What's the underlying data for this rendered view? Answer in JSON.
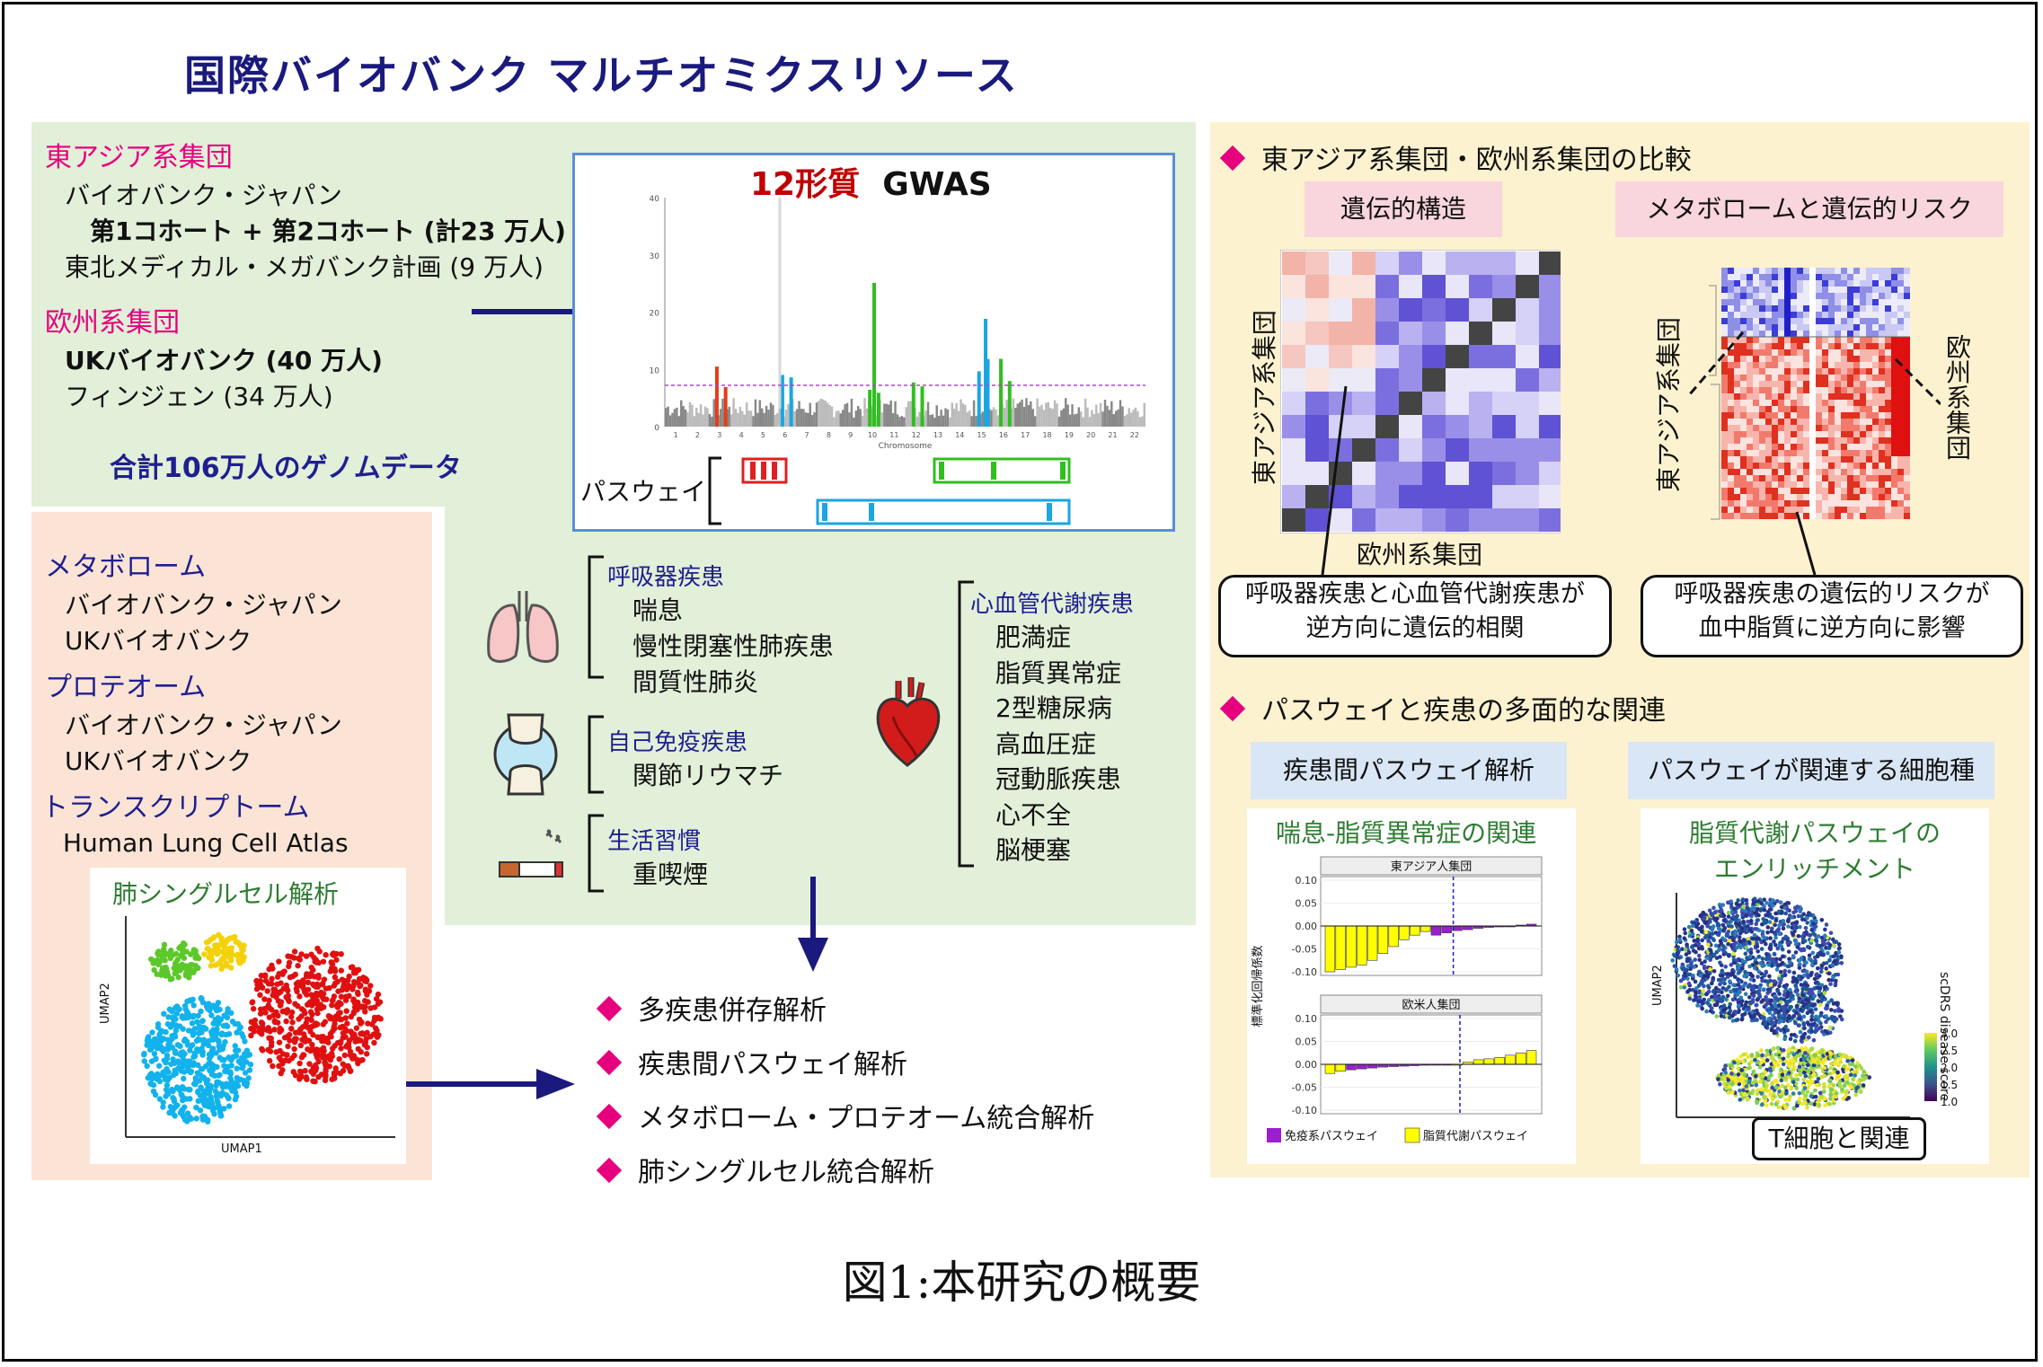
{
  "title": "国際バイオバンク マルチオミクスリソース",
  "caption": "図1:本研究の概要",
  "east_asia": {
    "heading": "東アジア系集団",
    "line1": "バイオバンク・ジャパン",
    "line2": "第1コホート + 第2コホート (計23 万人)",
    "line3": "東北メディカル・メガバンク計画 (9 万人)"
  },
  "europe": {
    "heading": "欧州系集団",
    "line1": "UKバイオバンク (40 万人)",
    "line2": "フィンジェン (34 万人)"
  },
  "total": "合計106万人のゲノムデータ",
  "gwas": {
    "title_red": "12形質",
    "title_black": "GWAS",
    "xlabel": "Chromosome",
    "yticks": [
      "0",
      "10",
      "20",
      "30",
      "40"
    ],
    "xticks": [
      "1",
      "2",
      "3",
      "4",
      "5",
      "6",
      "7",
      "8",
      "9",
      "10",
      "11",
      "12",
      "13",
      "14",
      "15",
      "16",
      "17",
      "18",
      "19",
      "20",
      "21",
      "22"
    ],
    "pathway_label": "パスウェイ"
  },
  "omics": {
    "metabolome": "メタボローム",
    "metabolome_1": "バイオバンク・ジャパン",
    "metabolome_2": "UKバイオバンク",
    "proteome": "プロテオーム",
    "proteome_1": "バイオバンク・ジャパン",
    "proteome_2": "UKバイオバンク",
    "transcriptome": "トランスクリプトーム",
    "transcriptome_1": "Human Lung Cell Atlas",
    "sc_title": "肺シングルセル解析",
    "umap_x": "UMAP1",
    "umap_y": "UMAP2"
  },
  "diseases": {
    "respiratory": "呼吸器疾患",
    "respiratory_items": [
      "喘息",
      "慢性閉塞性肺疾患",
      "間質性肺炎"
    ],
    "autoimmune": "自己免疫疾患",
    "autoimmune_items": [
      "関節リウマチ"
    ],
    "lifestyle": "生活習慣",
    "lifestyle_items": [
      "重喫煙"
    ],
    "cardio": "心血管代謝疾患",
    "cardio_items": [
      "肥満症",
      "脂質異常症",
      "2型糖尿病",
      "高血圧症",
      "冠動脈疾患",
      "心不全",
      "脳梗塞"
    ]
  },
  "analyses": [
    "多疾患併存解析",
    "疾患間パスウェイ解析",
    "メタボローム・プロテオーム統合解析",
    "肺シングルセル統合解析"
  ],
  "comparison": {
    "heading": "東アジア系集団・欧州系集団の比較",
    "tag1": "遺伝的構造",
    "tag2": "メタボロームと遺伝的リスク",
    "heat_y": "東アジア系集団",
    "heat_x": "欧州系集団",
    "heat2_left": "東アジア系集団",
    "heat2_right": "欧州系集団",
    "callout1_l1": "呼吸器疾患と心血管代謝疾患が",
    "callout1_l2": "逆方向に遺伝的相関",
    "callout2_l1": "呼吸器疾患の遺伝的リスクが",
    "callout2_l2": "血中脂質に逆方向に影響"
  },
  "pathway": {
    "heading": "パスウェイと疾患の多面的な関連",
    "tag1": "疾患間パスウェイ解析",
    "tag2": "パスウェイが関連する細胞種",
    "bar_title": "喘息-脂質異常症の関連",
    "panel1": "東アジア人集団",
    "panel2": "欧米人集団",
    "ylabel": "標準化回帰係数",
    "yticks": [
      "0.10",
      "0.05",
      "0.00",
      "-0.05",
      "-0.10"
    ],
    "legend1": "免疫系パスウェイ",
    "legend2": "脂質代謝パスウェイ",
    "umap_title_1": "脂質代謝パスウェイの",
    "umap_title_2": "エンリッチメント",
    "umap_y": "UMAP2",
    "scale_label": "scDRS disease score",
    "scale_ticks": [
      "3.0",
      "2.5",
      "2.0",
      "1.5",
      "1.0"
    ],
    "tcell": "T細胞と関連"
  },
  "chart_data": [
    {
      "type": "bar",
      "title": "東アジア人集団",
      "ylabel": "標準化回帰係数",
      "ylim": [
        -0.1,
        0.1
      ],
      "series": [
        {
          "name": "免疫系パスウェイ",
          "values": [
            -0.02,
            -0.015,
            -0.01,
            -0.008,
            -0.005,
            -0.003,
            -0.002,
            -0.001,
            0.002,
            0.004
          ]
        },
        {
          "name": "脂質代謝パスウェイ",
          "values": [
            -0.1,
            -0.095,
            -0.09,
            -0.085,
            -0.075,
            -0.06,
            -0.045,
            -0.03,
            -0.02,
            -0.012
          ]
        }
      ]
    },
    {
      "type": "bar",
      "title": "欧米人集団",
      "ylabel": "標準化回帰係数",
      "ylim": [
        -0.1,
        0.1
      ],
      "series": [
        {
          "name": "免疫系パスウェイ",
          "values": [
            -0.012,
            -0.01,
            -0.008,
            -0.006,
            -0.005,
            -0.004,
            -0.003,
            -0.002,
            -0.001,
            0.0
          ]
        },
        {
          "name": "脂質代謝パスウェイ",
          "values": [
            -0.02,
            -0.015,
            0.0,
            0.005,
            0.01,
            0.012,
            0.015,
            0.02,
            0.025,
            0.03
          ]
        }
      ]
    }
  ],
  "colors": {
    "pink": "#e6007e",
    "navy": "#1f1f8f",
    "green_text": "#2e7d32",
    "immune": "#9b1fcf",
    "lipid": "#ffff00"
  }
}
